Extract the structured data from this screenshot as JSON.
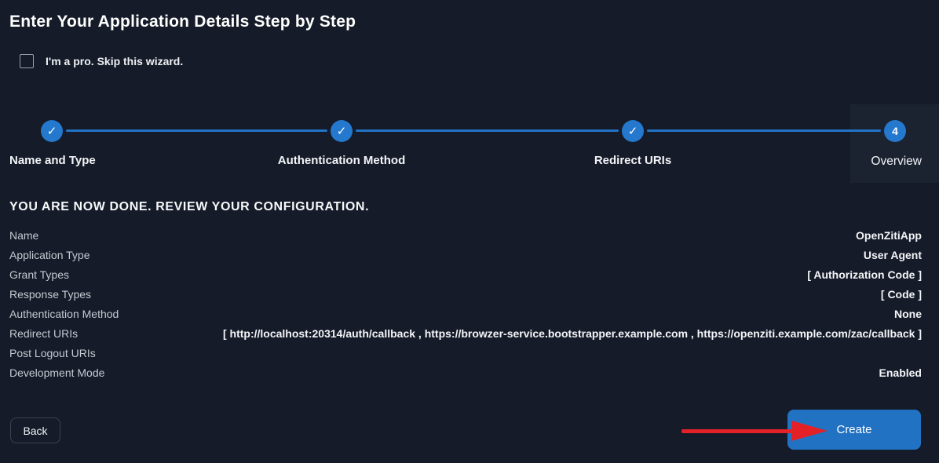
{
  "page": {
    "title": "Enter Your Application Details Step by Step"
  },
  "skip_wizard": {
    "label": "I'm a pro. Skip this wizard.",
    "checked": false
  },
  "stepper": {
    "steps": [
      {
        "label": "Name and Type",
        "state": "done",
        "marker": "✓"
      },
      {
        "label": "Authentication Method",
        "state": "done",
        "marker": "✓"
      },
      {
        "label": "Redirect URIs",
        "state": "done",
        "marker": "✓"
      },
      {
        "label": "Overview",
        "state": "current",
        "marker": "4"
      }
    ]
  },
  "review": {
    "heading": "YOU ARE NOW DONE. REVIEW YOUR CONFIGURATION.",
    "rows": [
      {
        "label": "Name",
        "value": "OpenZitiApp"
      },
      {
        "label": "Application Type",
        "value": "User Agent"
      },
      {
        "label": "Grant Types",
        "value": "[ Authorization Code ]"
      },
      {
        "label": "Response Types",
        "value": "[ Code ]"
      },
      {
        "label": "Authentication Method",
        "value": "None"
      },
      {
        "label": "Redirect URIs",
        "value": "[ http://localhost:20314/auth/callback , https://browzer-service.bootstrapper.example.com , https://openziti.example.com/zac/callback ]"
      },
      {
        "label": "Post Logout URIs",
        "value": ""
      },
      {
        "label": "Development Mode",
        "value": "Enabled"
      }
    ]
  },
  "footer": {
    "back_label": "Back",
    "create_label": "Create"
  },
  "annotation": {
    "arrow_color": "#e32126",
    "arrow_target": "create-button"
  },
  "colors": {
    "background": "#151b28",
    "panel_highlight": "#1b2331",
    "accent_blue": "#2273c6",
    "button_blue": "#2272c3",
    "label_grey": "#c5cad2"
  }
}
